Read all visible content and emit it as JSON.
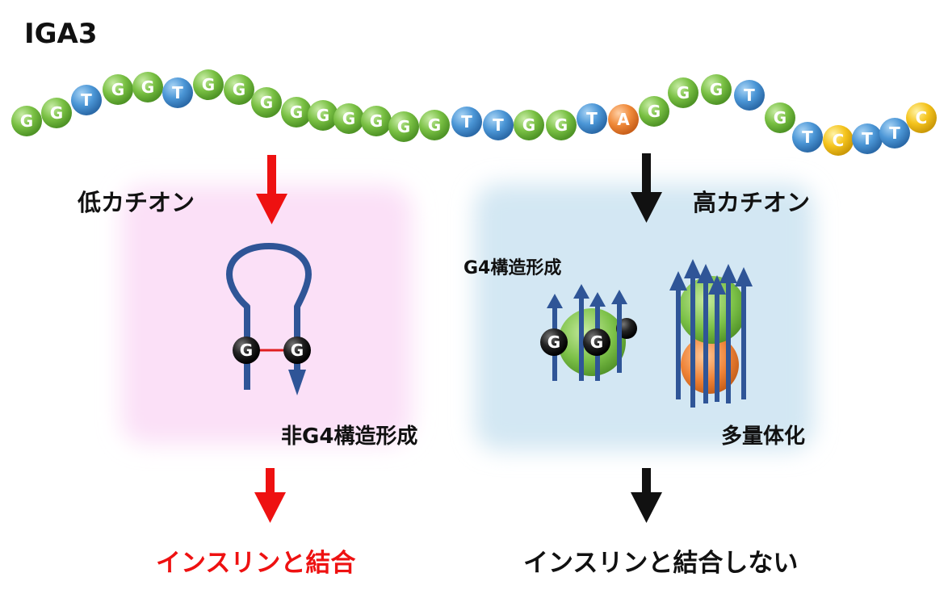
{
  "title": "IGA3",
  "sequence": [
    "G",
    "G",
    "T",
    "G",
    "G",
    "T",
    "G",
    "G",
    "G",
    "G",
    "G",
    "G",
    "G",
    "G",
    "G",
    "T",
    "T",
    "G",
    "G",
    "T",
    "A",
    "G",
    "G",
    "G",
    "T",
    "G",
    "T",
    "C",
    "T",
    "T",
    "C"
  ],
  "colors": {
    "G": "#6fba3c",
    "T": "#3a8ad0",
    "A": "#ee7a2a",
    "C": "#f2c11a",
    "low_panel": "#fbe3f8",
    "high_panel": "#d5e9f4",
    "strand": "#2f5597",
    "red_arrow": "#ee1111",
    "black_arrow": "#111111"
  },
  "low_cation": {
    "label": "低カチオン",
    "structure_label": "非G4構造形成",
    "result": "インスリンと結合",
    "base_pair": [
      "G",
      "G"
    ]
  },
  "high_cation": {
    "label": "高カチオン",
    "structure_label": "G4構造形成",
    "multimer_label": "多量体化",
    "result": "インスリンと結合しない",
    "bases": [
      "G",
      "G"
    ]
  }
}
